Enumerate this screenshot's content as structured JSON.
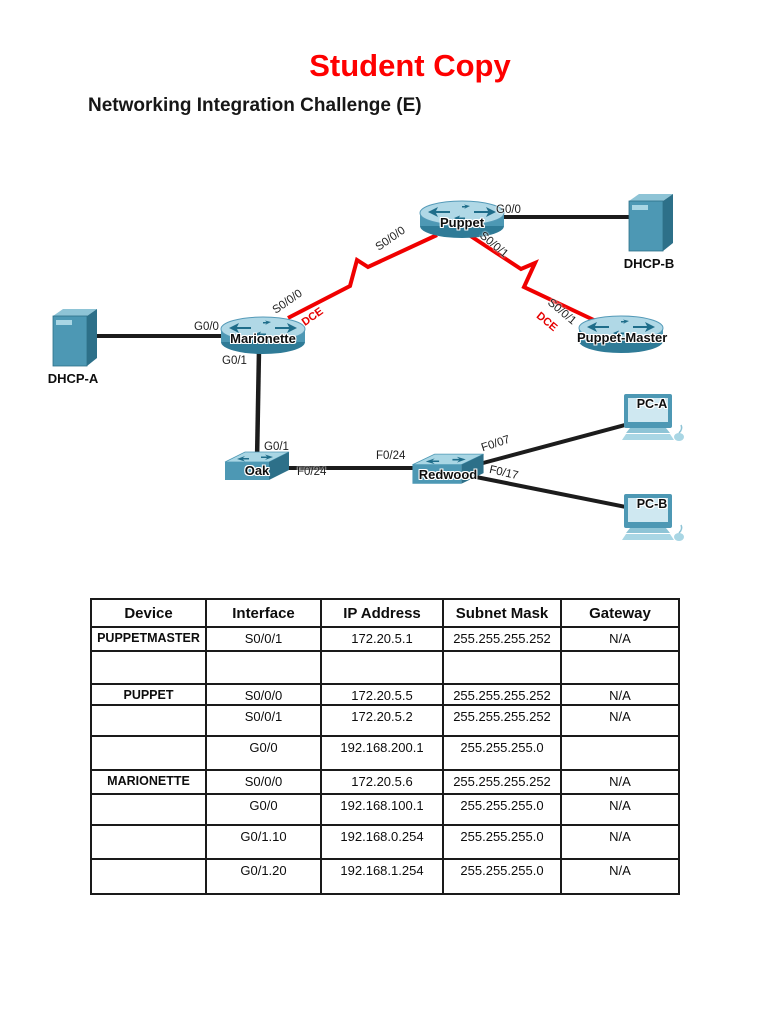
{
  "page": {
    "title": "Student Copy",
    "heading": "Networking Integration Challenge (E)"
  },
  "colors": {
    "title_red": "#fe0000",
    "serial_link_red": "#f00000",
    "ethernet_link_black": "#1c1c1c",
    "device_teal_front": "#4d98b4",
    "device_teal_light": "#a9d6e4",
    "device_teal_dark": "#2d7089"
  },
  "diagram": {
    "devices": {
      "puppet": "Puppet",
      "marionette": "Marionette",
      "puppet_master": "Puppet-Master",
      "dhcp_a": "DHCP-A",
      "dhcp_b": "DHCP-B",
      "oak": "Oak",
      "redwood": "Redwood",
      "pc_a": "PC-A",
      "pc_b": "PC-B"
    },
    "ports": {
      "puppet_g00": "G0/0",
      "puppet_s000": "S0/0/0",
      "puppet_s001": "S0/0/1",
      "marionette_s000": "S0/0/0",
      "marionette_dce": "DCE",
      "marionette_g00": "G0/0",
      "marionette_g01": "G0/1",
      "puppet_master_s001": "S0/0/1",
      "puppet_master_dce": "DCE",
      "oak_g01": "G0/1",
      "oak_f024": "F0/24",
      "redwood_f024": "F0/24",
      "redwood_f007": "F0/07",
      "redwood_f017": "F0/17"
    }
  },
  "table": {
    "headers": [
      "Device",
      "Interface",
      "IP Address",
      "Subnet Mask",
      "Gateway"
    ],
    "rows": [
      [
        "PUPPETMASTER",
        "S0/0/1",
        "172.20.5.1",
        "255.255.255.252",
        "N/A"
      ],
      [
        "",
        "",
        "",
        "",
        ""
      ],
      [
        "PUPPET",
        "S0/0/0",
        "172.20.5.5",
        "255.255.255.252",
        "N/A"
      ],
      [
        "",
        "S0/0/1",
        "172.20.5.2",
        "255.255.255.252",
        "N/A"
      ],
      [
        "",
        "G0/0",
        "192.168.200.1",
        "255.255.255.0",
        ""
      ],
      [
        "MARIONETTE",
        "S0/0/0",
        "172.20.5.6",
        "255.255.255.252",
        "N/A"
      ],
      [
        "",
        "G0/0",
        "192.168.100.1",
        "255.255.255.0",
        "N/A"
      ],
      [
        "",
        "G0/1.10",
        "192.168.0.254",
        "255.255.255.0",
        "N/A"
      ],
      [
        "",
        "G0/1.20",
        "192.168.1.254",
        "255.255.255.0",
        "N/A"
      ]
    ]
  }
}
